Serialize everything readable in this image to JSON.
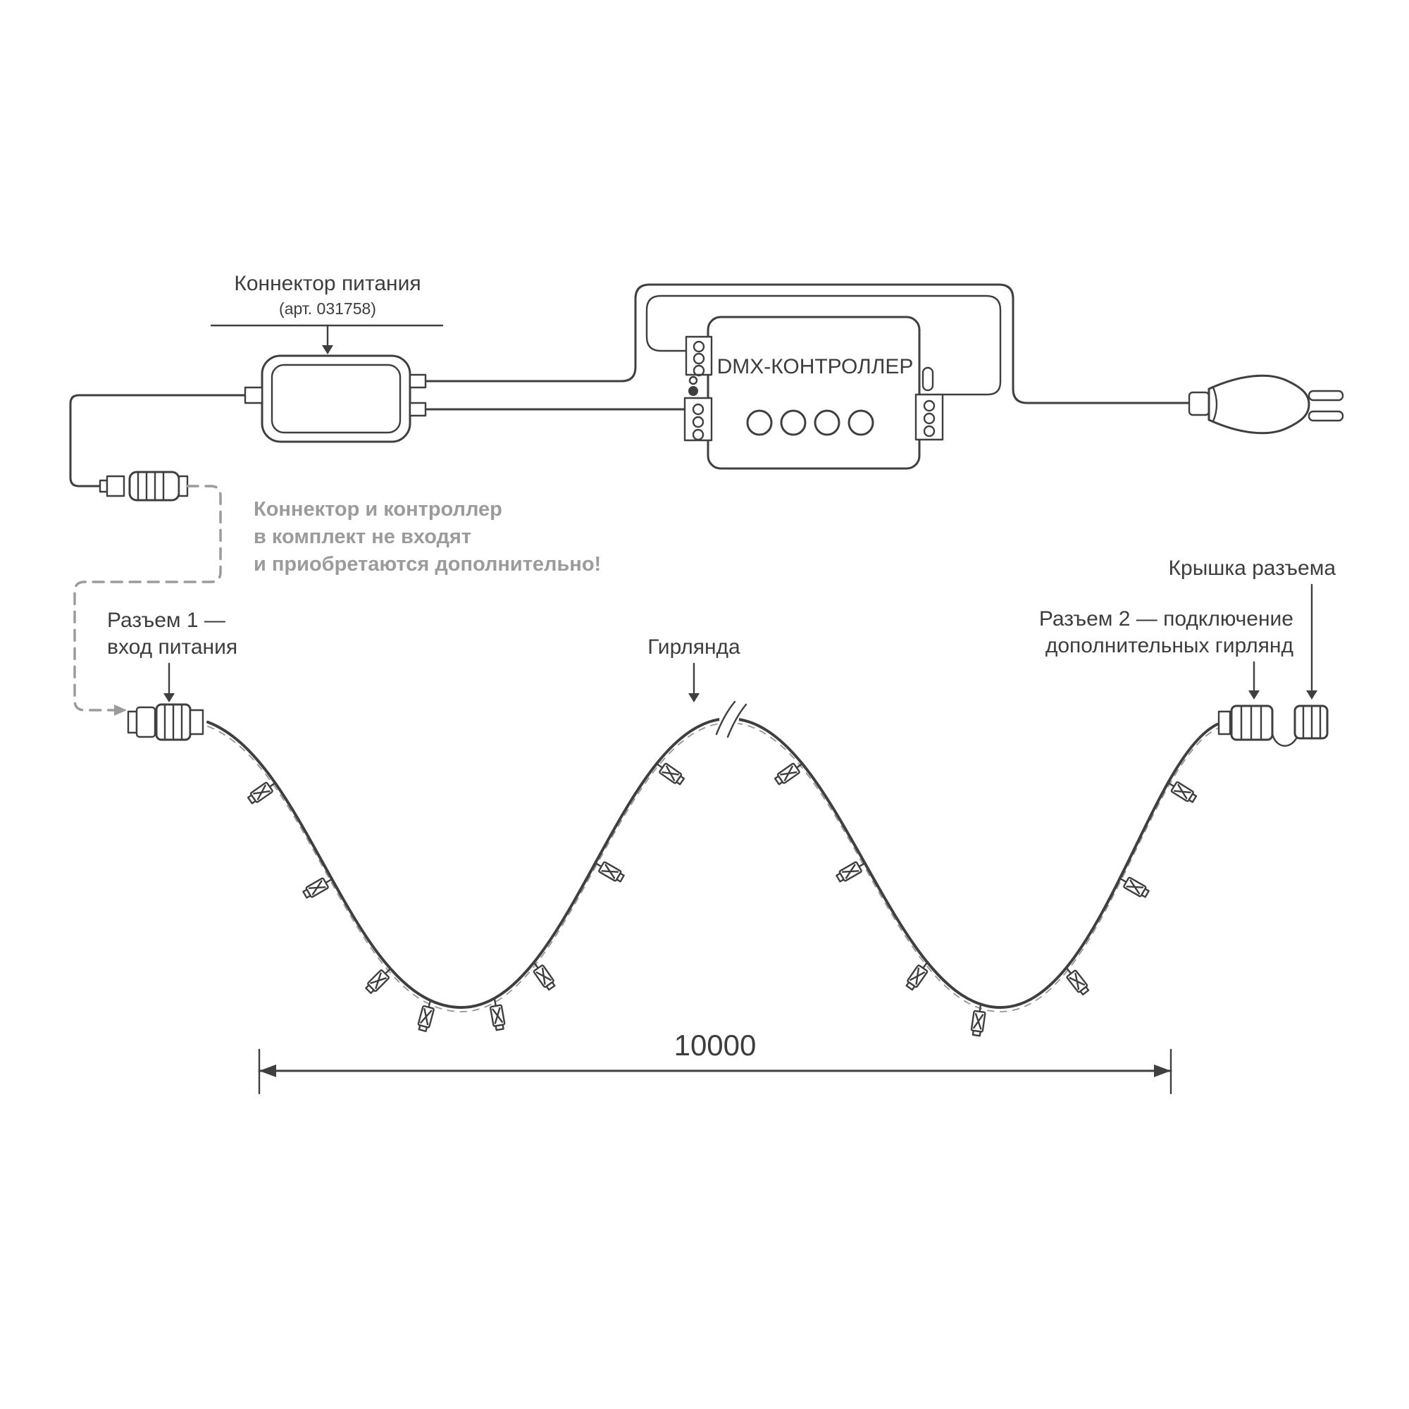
{
  "colors": {
    "line": "#3f3f3f",
    "note": "#9b9b9b",
    "background": "#ffffff"
  },
  "labels": {
    "power_connector": {
      "title": "Коннектор питания",
      "part": "(арт. 031758)"
    },
    "controller": {
      "title": "DMX-КОНТРОЛЛЕР"
    },
    "note": {
      "line1": "Коннектор и контроллер",
      "line2": "в комплект не входят",
      "line3": "и приобретаются дополнительно!"
    },
    "connector1": {
      "line1": "Разъем 1 —",
      "line2": "вход питания"
    },
    "garland": {
      "title": "Гирлянда"
    },
    "cap": {
      "title": "Крышка разъема"
    },
    "connector2": {
      "line1": "Разъем 2 — подключение",
      "line2": "дополнительных гирлянд"
    },
    "dimension": {
      "value": "10000"
    }
  }
}
